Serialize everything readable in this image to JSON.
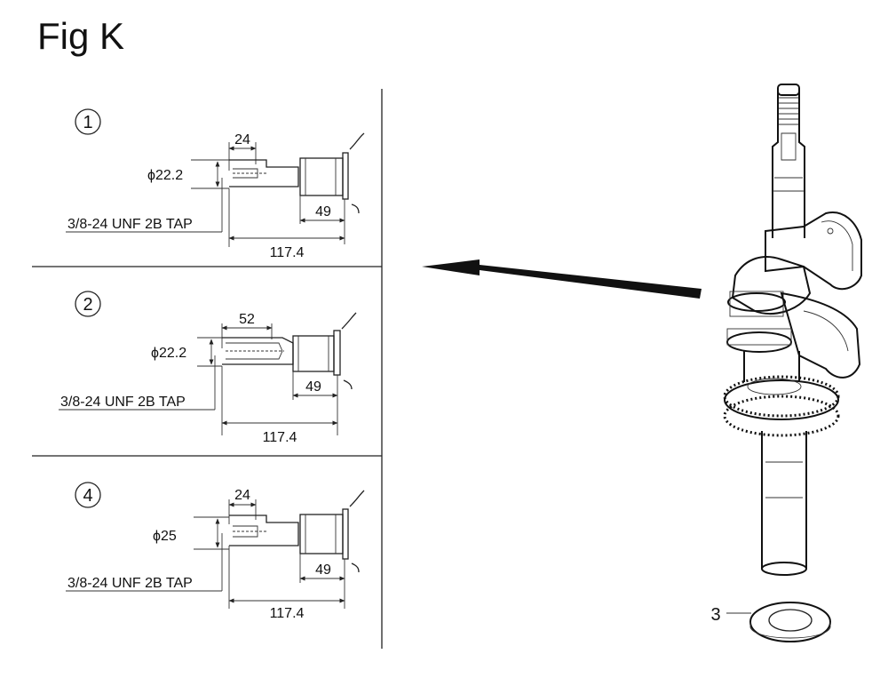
{
  "figure": {
    "title": "Fig K"
  },
  "views": [
    {
      "callout": "1",
      "diameter": "ϕ22.2",
      "key_length": "24",
      "shaft_length": "49",
      "overall_length": "117.4",
      "tap": "3/8-24 UNF 2B TAP"
    },
    {
      "callout": "2",
      "diameter": "ϕ22.2",
      "key_length": "52",
      "shaft_length": "49",
      "overall_length": "117.4",
      "tap": "3/8-24 UNF 2B TAP"
    },
    {
      "callout": "4",
      "diameter": "ϕ25",
      "key_length": "24",
      "shaft_length": "49",
      "overall_length": "117.4",
      "tap": "3/8-24 UNF 2B TAP"
    }
  ],
  "parts": [
    {
      "callout": "3"
    }
  ]
}
